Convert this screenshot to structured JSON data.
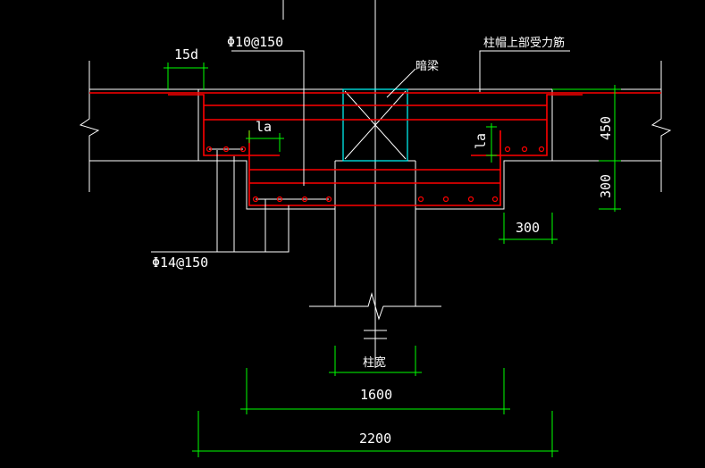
{
  "colors": {
    "background": "#000000",
    "outline": "#ffffff",
    "rebar": "#ff0000",
    "dimension": "#00ff00",
    "hidden_beam": "#00ffff"
  },
  "labels": {
    "top_stirrup": "Φ10@150",
    "hook_length": "15d",
    "top_rebar": "柱帽上部受力筋",
    "hidden_beam": "暗梁",
    "anchor_left": "la",
    "anchor_right": "la",
    "bottom_rebar": "Φ14@150",
    "column_width": "柱宽"
  },
  "dimensions": {
    "slab_thickness": "450",
    "drop_depth": "300",
    "step_width": "300",
    "inner_width": "1600",
    "total_width": "2200"
  }
}
